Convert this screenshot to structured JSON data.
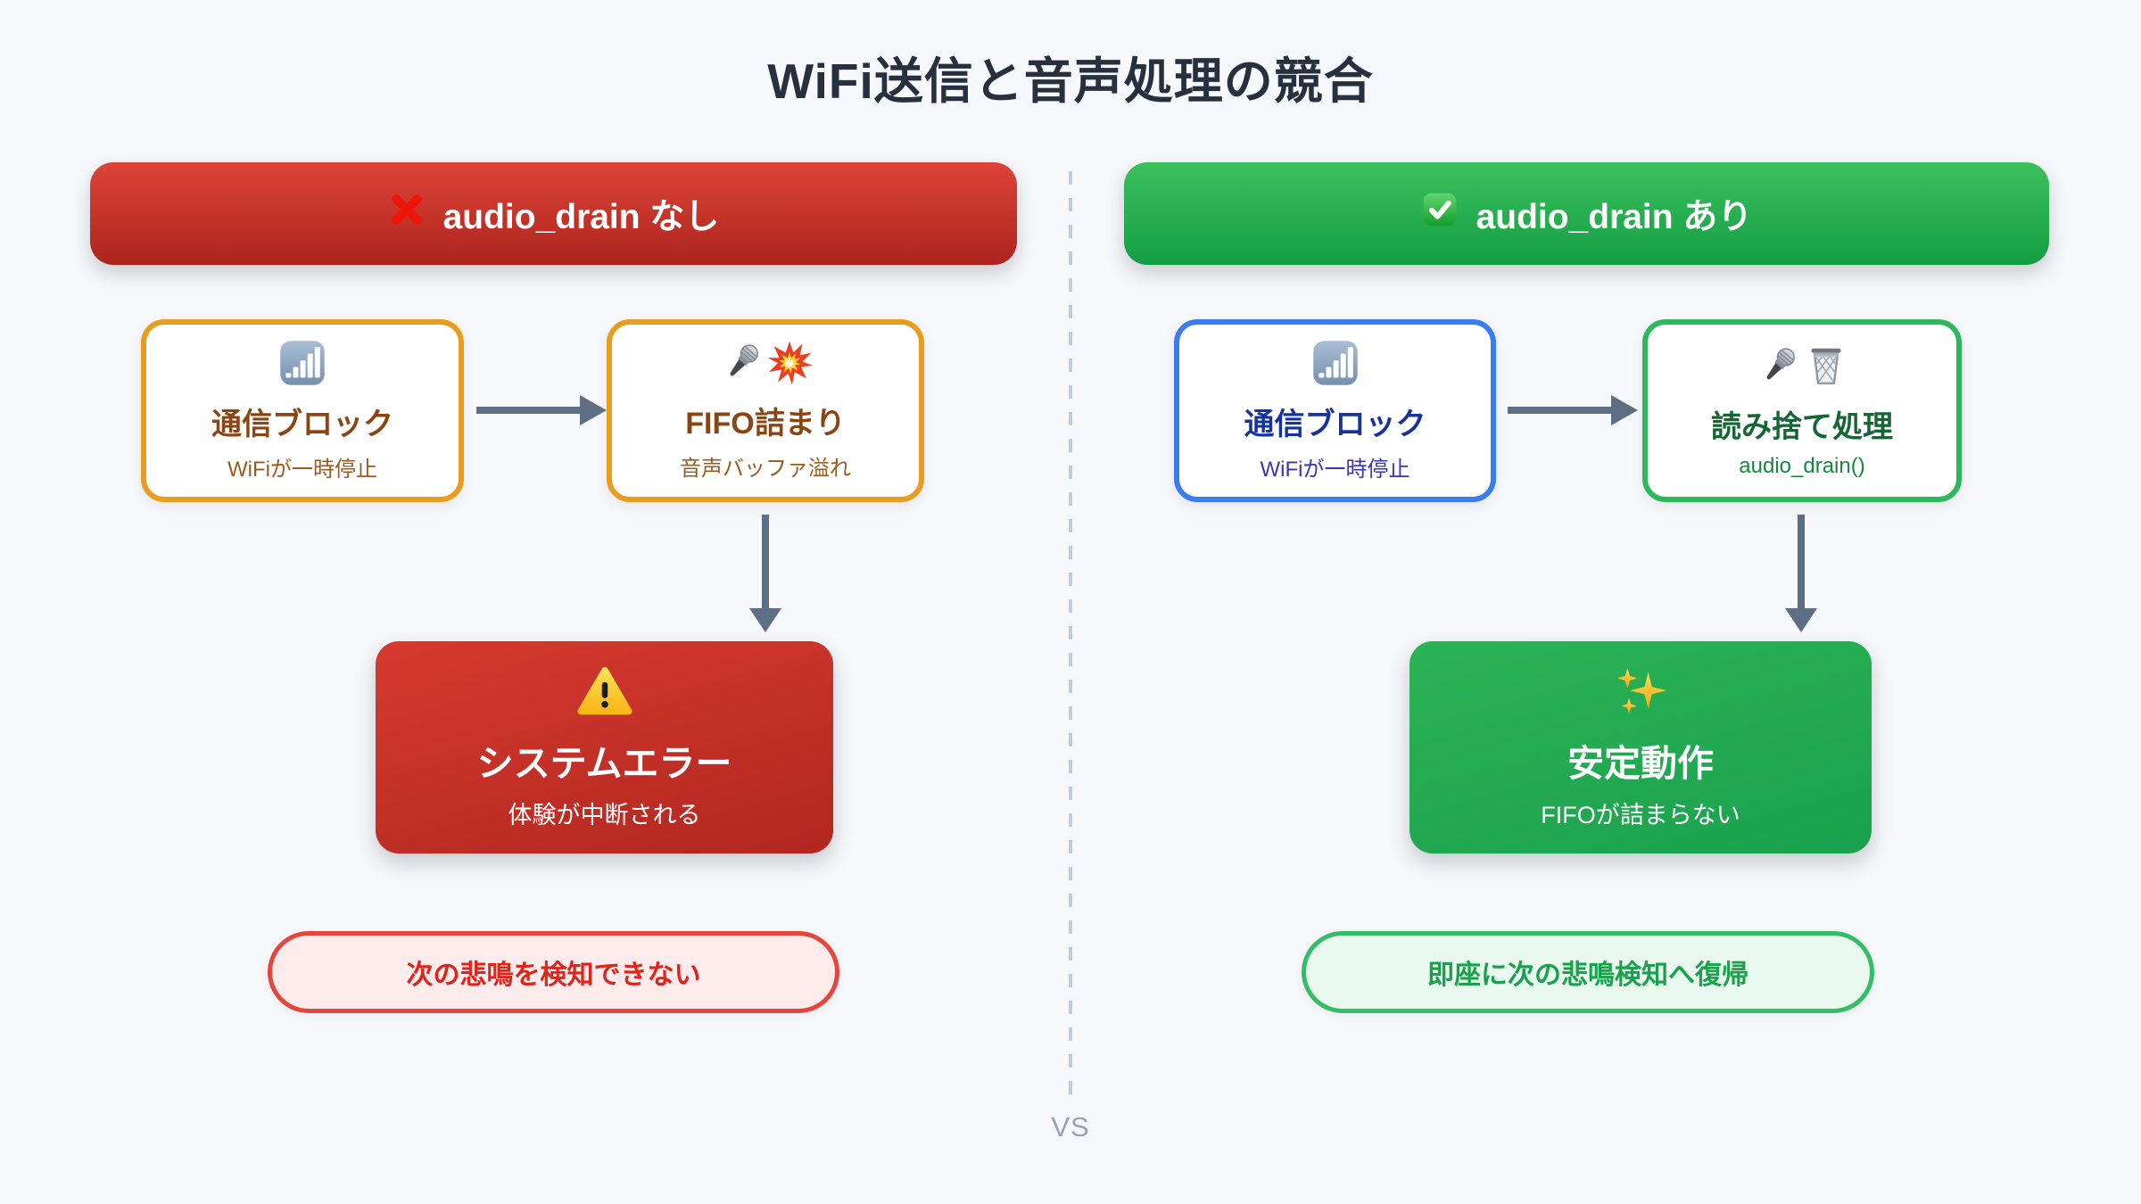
{
  "title": "WiFi送信と音声処理の競合",
  "vs_label": "VS",
  "left": {
    "header": {
      "icon": "cross-mark-icon",
      "label": "audio_drain なし"
    },
    "steps": [
      {
        "icon": "signal-bars-icon",
        "title": "通信ブロック",
        "subtitle": "WiFiが一時停止"
      },
      {
        "icons": [
          "microphone-icon",
          "collision-icon"
        ],
        "title": "FIFO詰まり",
        "subtitle": "音声バッファ溢れ"
      }
    ],
    "result": {
      "icon": "warning-icon",
      "title": "システムエラー",
      "subtitle": "体験が中断される"
    },
    "note": "次の悲鳴を検知できない"
  },
  "right": {
    "header": {
      "icon": "check-mark-icon",
      "label": "audio_drain あり"
    },
    "steps": [
      {
        "icon": "signal-bars-icon",
        "title": "通信ブロック",
        "subtitle": "WiFiが一時停止"
      },
      {
        "icons": [
          "microphone-icon",
          "wastebasket-icon"
        ],
        "title": "読み捨て処理",
        "subtitle": "audio_drain()"
      }
    ],
    "result": {
      "icon": "sparkles-icon",
      "title": "安定動作",
      "subtitle": "FIFOが詰まらない"
    },
    "note": "即座に次の悲鳴検知へ復帰"
  },
  "colors": {
    "background": "#f7f8fb",
    "red_accent": "#c43027",
    "green_accent": "#1fa84f",
    "orange_border": "#e99d1f",
    "blue_border": "#3a7df2",
    "green_border": "#2eb85c",
    "arrow": "#5e6e85",
    "title_text": "#27303f",
    "divider": "#c3ccd8"
  }
}
